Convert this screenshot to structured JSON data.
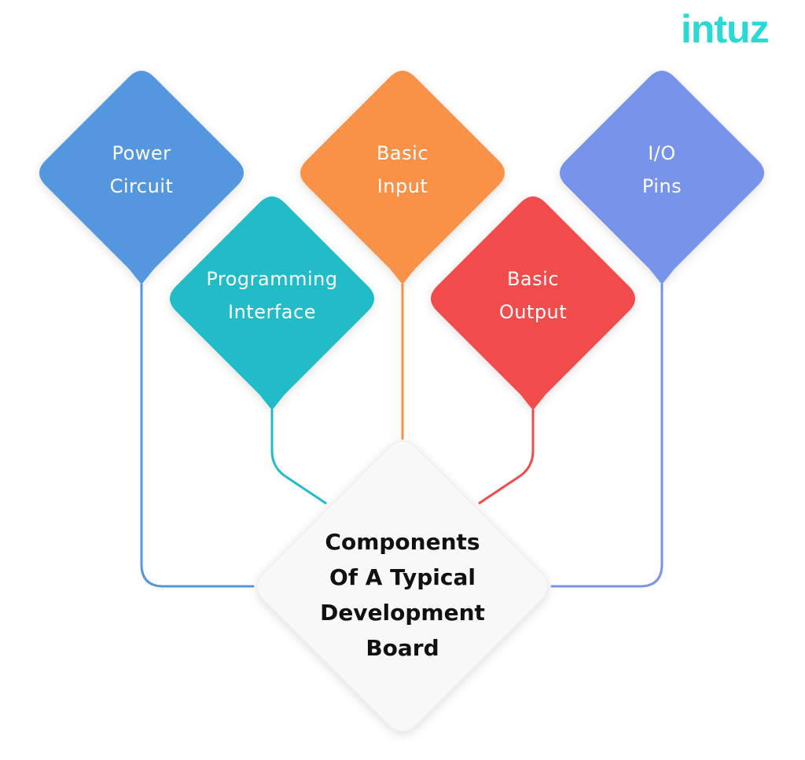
{
  "logo": {
    "text": "intuz",
    "color": "#2ad8d4",
    "accent": "#7b2fd1"
  },
  "diagram": {
    "center": {
      "lines": [
        "Components",
        "Of A Typical",
        "Development",
        "Board"
      ],
      "fill": "#f8f8f8",
      "text_color": "#111111"
    },
    "nodes": [
      {
        "id": "power-circuit",
        "lines": [
          "Power",
          "Circuit"
        ],
        "color": "#5597df"
      },
      {
        "id": "programming-interface",
        "lines": [
          "Programming",
          "Interface"
        ],
        "color": "#22bcc8"
      },
      {
        "id": "basic-input",
        "lines": [
          "Basic",
          "Input"
        ],
        "color": "#f99247"
      },
      {
        "id": "basic-output",
        "lines": [
          "Basic",
          "Output"
        ],
        "color": "#f24b4b"
      },
      {
        "id": "io-pins",
        "lines": [
          "I/O",
          "Pins"
        ],
        "color": "#7893ea"
      }
    ]
  }
}
